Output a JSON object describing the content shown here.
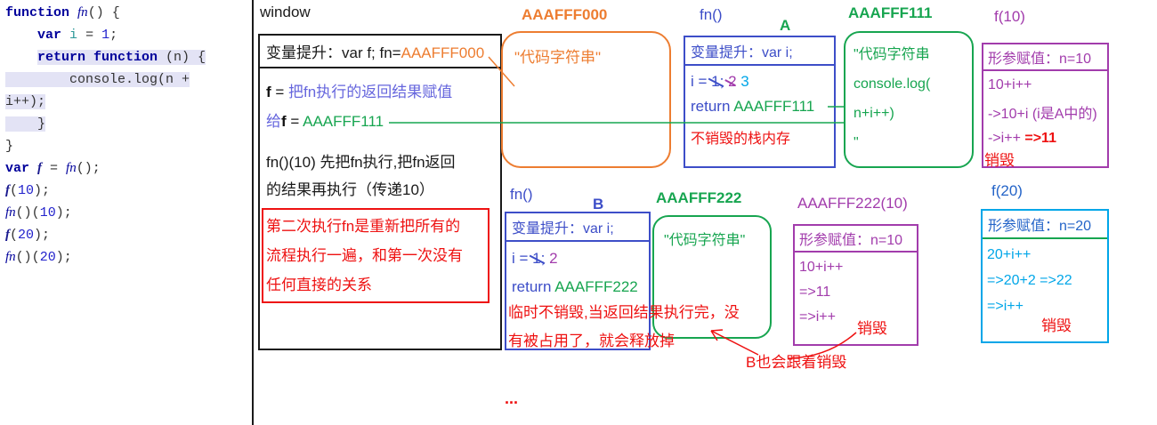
{
  "colors": {
    "code_keyword_navy": "#00009B",
    "identifier_teal": "#2E9999",
    "number_blue": "#2222CC",
    "selection_highlight": "#E3E3F5",
    "orange": "#ED7D31",
    "green": "#17A550",
    "blue": "#3D4EC8",
    "purple": "#A23CAC",
    "cyan": "#00A6E8",
    "red": "#EE1111",
    "indigo_text": "#6666DD",
    "f20_title_blue": "#2464C8"
  },
  "code": {
    "lines": [
      [
        {
          "t": "function ",
          "c": "kw"
        },
        {
          "t": "fn",
          "c": "fni"
        },
        {
          "t": "() {",
          "c": "pl"
        }
      ],
      [
        {
          "t": "    ",
          "c": "pl"
        },
        {
          "t": "var",
          "c": "kw"
        },
        {
          "t": " ",
          "c": "pl"
        },
        {
          "t": "i",
          "c": "id"
        },
        {
          "t": " = ",
          "c": "op"
        },
        {
          "t": "1",
          "c": "num"
        },
        {
          "t": ";",
          "c": "pl"
        }
      ],
      [
        {
          "t": "    ",
          "c": "pl"
        },
        {
          "t": "return function",
          "c": "kw hl"
        },
        {
          "t": " (n) {",
          "c": "pl hl"
        }
      ],
      [
        {
          "t": "        console.log(n +",
          "c": "pl hl"
        }
      ],
      [
        {
          "t": "i++);",
          "c": "pl hl"
        }
      ],
      [
        {
          "t": "    }",
          "c": "pl hl"
        }
      ],
      [
        {
          "t": "}",
          "c": "pl"
        }
      ],
      [
        {
          "t": "var ",
          "c": "kw"
        },
        {
          "t": "f",
          "c": "fb"
        },
        {
          "t": " = ",
          "c": "op"
        },
        {
          "t": "fn",
          "c": "fni"
        },
        {
          "t": "();",
          "c": "pl"
        }
      ],
      [
        {
          "t": "f",
          "c": "fb"
        },
        {
          "t": "(",
          "c": "pl"
        },
        {
          "t": "10",
          "c": "num"
        },
        {
          "t": ");",
          "c": "pl"
        }
      ],
      [
        {
          "t": "fn",
          "c": "fni"
        },
        {
          "t": "()(",
          "c": "pl"
        },
        {
          "t": "10",
          "c": "num"
        },
        {
          "t": ");",
          "c": "pl"
        }
      ],
      [
        {
          "t": "f",
          "c": "fb"
        },
        {
          "t": "(",
          "c": "pl"
        },
        {
          "t": "20",
          "c": "num"
        },
        {
          "t": ");",
          "c": "pl"
        }
      ],
      [
        {
          "t": "fn",
          "c": "fni"
        },
        {
          "t": "()(",
          "c": "pl"
        },
        {
          "t": "20",
          "c": "num"
        },
        {
          "t": ");",
          "c": "pl"
        }
      ]
    ]
  },
  "window": {
    "title": "window",
    "row1": [
      {
        "t": "变量提升：var f;  fn=",
        "c": "blk"
      },
      {
        "t": "AAAFFF000",
        "c": "org"
      }
    ],
    "row2a": [
      {
        "t": "f",
        "c": "blkb"
      },
      {
        "t": " = ",
        "c": "blk"
      },
      {
        "t": "把fn执行的返回结果赋值",
        "c": "ind"
      }
    ],
    "row2b": [
      {
        "t": "给",
        "c": "ind"
      },
      {
        "t": "f",
        "c": "blkb"
      },
      {
        "t": " = ",
        "c": "blk"
      },
      {
        "t": "AAAFFF111",
        "c": "grn"
      }
    ],
    "row3a": "fn()(10)  先把fn执行,把fn返回",
    "row3b": "的结果再执行（传递10）",
    "warning_lines": [
      "第二次执行fn是重新把所有的",
      "流程执行一遍，和第一次没有",
      "任何直接的关系"
    ]
  },
  "box000": {
    "label": "AAAFFF000",
    "content": "\"代码字符串\""
  },
  "boxA": {
    "label": "fn()",
    "tag": "A",
    "row1": "变量提升：var i;",
    "row2": [
      {
        "t": "i = ",
        "c": "blu"
      },
      {
        "t": "1;",
        "c": "blu slash"
      },
      {
        "t": " ",
        "c": "blu"
      },
      {
        "t": "2",
        "c": "pur slash"
      },
      {
        "t": "  ",
        "c": "blu"
      },
      {
        "t": "3",
        "c": "cyn"
      }
    ],
    "row3": [
      {
        "t": "return ",
        "c": "blu"
      },
      {
        "t": "AAAFFF111",
        "c": "grn"
      }
    ],
    "row4": "不销毁的栈内存"
  },
  "box111": {
    "label": "AAAFFF111",
    "lines": [
      "\"代码字符串",
      "console.log(",
      "n+i++)",
      "\""
    ]
  },
  "f10": {
    "label": "f(10)",
    "row1": "形参赋值：n=10",
    "row2": "10+i++",
    "row3": "->10+i (i是A中的)",
    "row4": [
      {
        "t": "->i++  ",
        "c": "pur"
      },
      {
        "t": "=>11",
        "c": "redb"
      }
    ],
    "destroy": "销毁"
  },
  "boxB": {
    "label": "fn()",
    "tag": "B",
    "row1": "变量提升：var i;",
    "row2": [
      {
        "t": "i = ",
        "c": "blu"
      },
      {
        "t": "1;",
        "c": "blu slash"
      },
      {
        "t": " ",
        "c": "blu"
      },
      {
        "t": "2",
        "c": "pur"
      }
    ],
    "row3": [
      {
        "t": "return  ",
        "c": "blu"
      },
      {
        "t": "AAAFFF222",
        "c": "grn"
      }
    ],
    "note_lines": [
      "临时不销毁,当返回结果执行完，没",
      "有被占用了，就会释放掉"
    ]
  },
  "box222": {
    "label": "AAAFFF222",
    "content": "\"代码字符串\""
  },
  "box222_10": {
    "label": "AAAFFF222(10)",
    "row1": "形参赋值：n=10",
    "row2": "10+i++",
    "row3": "=>11",
    "row4": "=>i++",
    "destroy": "销毁"
  },
  "f20": {
    "label": "f(20)",
    "row1": "形参赋值：n=20",
    "row2": "20+i++",
    "row3": "=>20+2 =>22",
    "row4": "=>i++",
    "destroy": "销毁"
  },
  "annotations": {
    "b_destroy": "B也会跟着销毁",
    "ellipsis": "..."
  }
}
